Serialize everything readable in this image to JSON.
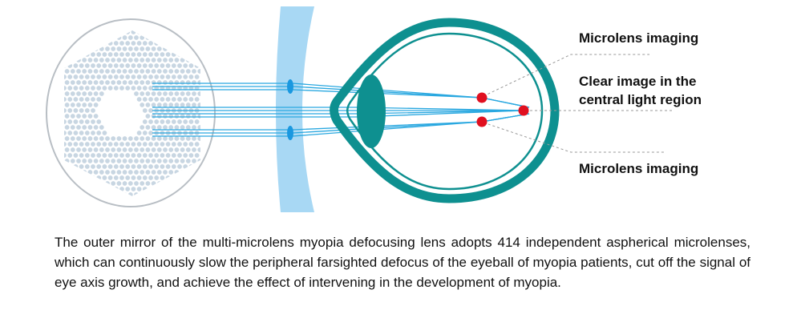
{
  "labels": {
    "top": "Microlens imaging",
    "middle_line1": "Clear image in the",
    "middle_line2": "central light region",
    "bottom": "Microlens imaging"
  },
  "caption": "The outer mirror of the multi-microlens myopia defocusing lens adopts 414 independent aspherical microlenses, which can continuously slow the peripheral farsighted defocus of the eyeball of myopia patients, cut off the signal of eye axis growth, and achieve the effect of intervening in the development of myopia.",
  "colors": {
    "eye": "#0e9090",
    "rays": "#2aa8e0",
    "lens_band": "#a8d8f4",
    "focus_point": "#e01020",
    "microlens_dots": "#c8d6e2"
  }
}
